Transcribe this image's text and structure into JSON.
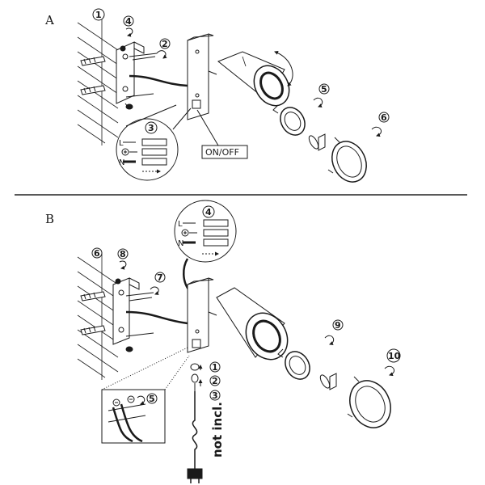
{
  "section_a": {
    "letter": "A",
    "steps": [
      "1",
      "2",
      "3",
      "4",
      "5",
      "6"
    ],
    "switch_label": "ON/OFF",
    "wiring": {
      "live": "L",
      "neutral": "N"
    }
  },
  "section_b": {
    "letter": "B",
    "steps": [
      "1",
      "2",
      "3",
      "4",
      "5",
      "6",
      "7",
      "8",
      "9",
      "10"
    ],
    "wiring": {
      "live": "L",
      "neutral": "N"
    },
    "cable_note": "not incl."
  },
  "colors": {
    "line": "#1a1a1a",
    "fill": "#ffffff",
    "divider": "#222222"
  },
  "icons": [
    "rotate-arrow-icon",
    "earth-ground-icon",
    "plug-icon",
    "switch-icon"
  ]
}
